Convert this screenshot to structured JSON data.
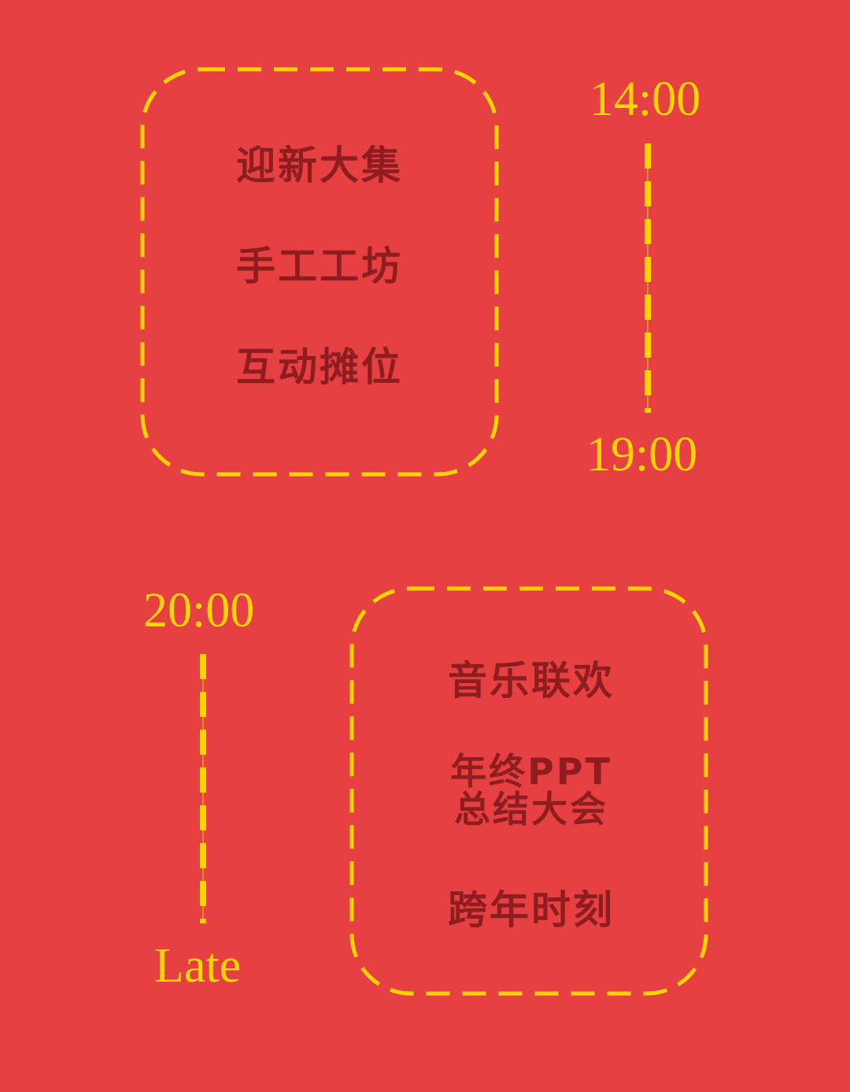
{
  "colors": {
    "background": "#E64043",
    "accent": "#FFD500",
    "text": "#8E1D1F"
  },
  "block1": {
    "time_start": "14:00",
    "time_end": "19:00",
    "activities": [
      "迎新大集",
      "手工工坊",
      "互动摊位"
    ]
  },
  "block2": {
    "time_start": "20:00",
    "time_end": "Late",
    "activities": [
      "音乐联欢",
      "年终PPT\n总结大会",
      "跨年时刻"
    ],
    "activity2_lines": [
      "年终PPT",
      "总结大会"
    ]
  }
}
